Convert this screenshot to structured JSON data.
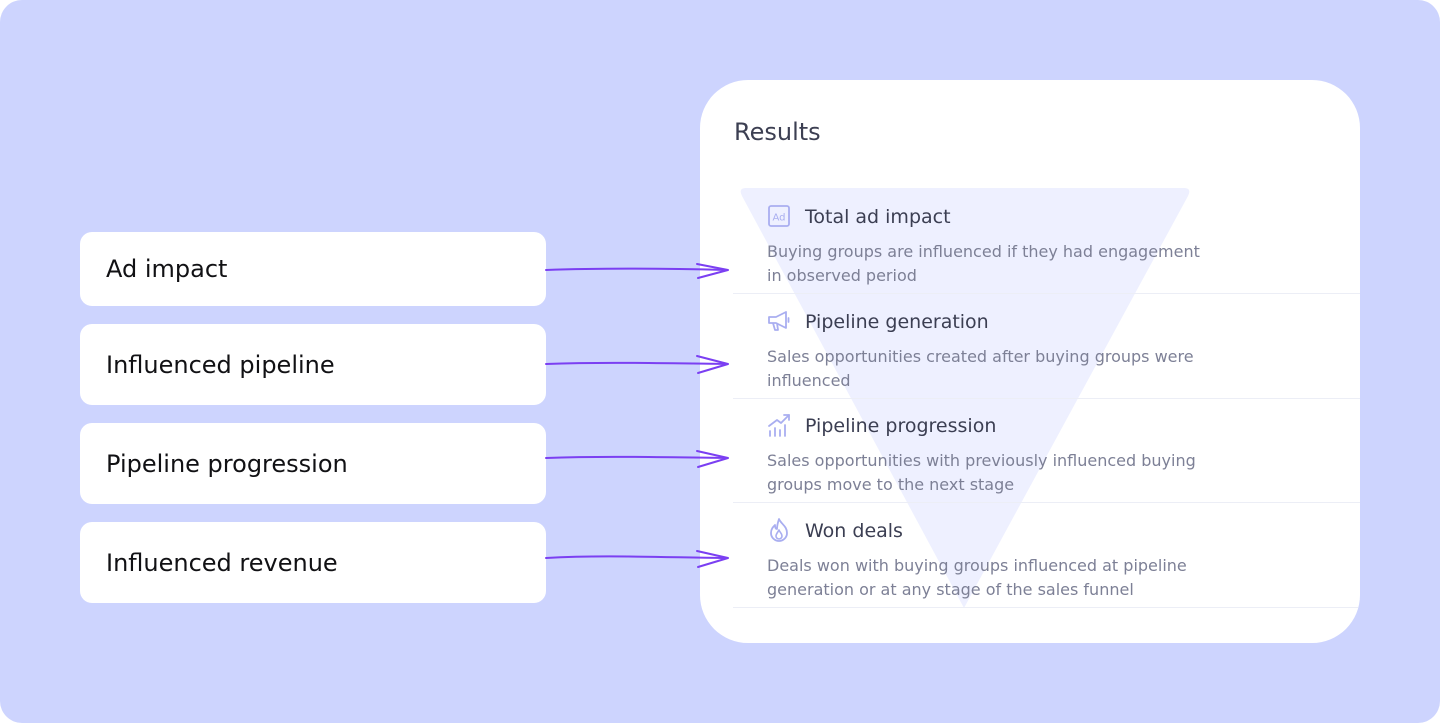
{
  "left_labels": [
    "Ad impact",
    "Influenced pipeline",
    "Pipeline progression",
    "Influenced revenue"
  ],
  "results": {
    "title": "Results",
    "items": [
      {
        "icon": "ad-icon",
        "title": "Total ad impact",
        "description": "Buying groups are influenced if they had engagement in observed period"
      },
      {
        "icon": "megaphone-icon",
        "title": "Pipeline generation",
        "description": "Sales opportunities created after buying groups were influenced"
      },
      {
        "icon": "growth-chart-icon",
        "title": "Pipeline progression",
        "description": "Sales opportunities with previously influenced buying groups move to the next stage"
      },
      {
        "icon": "flame-icon",
        "title": "Won deals",
        "description": "Deals won with buying groups influenced at pipeline generation or at any stage of the sales funnel"
      }
    ]
  },
  "colors": {
    "background": "#cdd4fe",
    "arrow": "#7b3ff2",
    "funnel": "#eef0ff",
    "icon": "#a9aef0"
  }
}
